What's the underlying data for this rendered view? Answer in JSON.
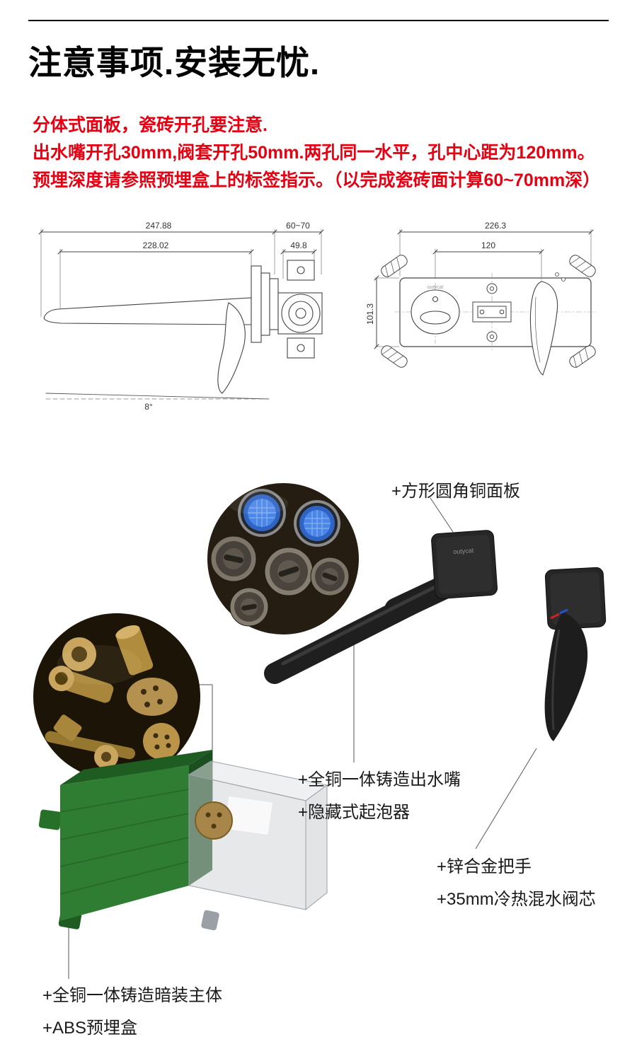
{
  "header": {
    "title": "注意事项.安装无忧."
  },
  "notice": {
    "lines": [
      "分体式面板，瓷砖开孔要注意.",
      "出水嘴开孔30mm,阀套开孔50mm.两孔同一水平，孔中心距为120mm。",
      "预埋深度请参照预埋盒上的标签指示。（以完成瓷砖面计算60~70mm深）"
    ],
    "color": "#e60012"
  },
  "brand": "outycat",
  "drawing": {
    "side_view": {
      "dim_overall": "247.88",
      "dim_spout": "228.02",
      "dim_depth": "60~70",
      "dim_plate": "49.8",
      "dim_angle": "8°"
    },
    "front_view": {
      "dim_width": "226.3",
      "dim_centers": "120",
      "dim_height": "101.3"
    }
  },
  "features": {
    "panel": "+方形圆角铜面板",
    "spout": "+全铜一体铸造出水嘴",
    "aerator": "+隐藏式起泡器",
    "handle": "+锌合金把手",
    "cartridge": "+35mm冷热混水阀芯",
    "body": "+全铜一体铸造暗装主体",
    "box": "+ABS预埋盒"
  }
}
